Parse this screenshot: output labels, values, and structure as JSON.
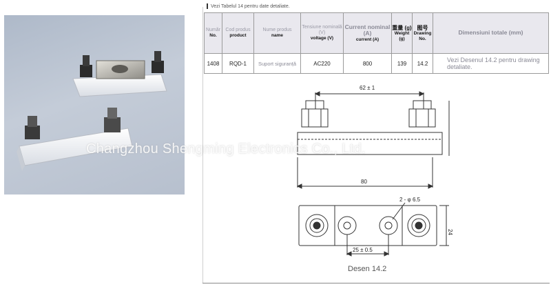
{
  "note": "Vezi Tabelul 14 pentru date detaliate.",
  "table": {
    "headers": [
      {
        "top": "Număr",
        "bottom": "No."
      },
      {
        "top": "Cod produs",
        "bottom": "product"
      },
      {
        "top": "Nume produs",
        "bottom": "name"
      },
      {
        "top": "Tensiune nominală (V)",
        "bottom": "voltage (V)"
      },
      {
        "top": "Current nominal (A)",
        "bottom": "current (A)"
      },
      {
        "top": "重量 (g)",
        "bottom": "Weight (g)"
      },
      {
        "top": "图号",
        "bottom": "Drawing No."
      },
      {
        "top": "Dimensiuni totale (mm)",
        "bottom": ""
      }
    ],
    "row": {
      "no": "1408",
      "code": "RQD-1",
      "name": "Suport siguranță",
      "voltage": "AC220",
      "current": "800",
      "weight": "139",
      "drawing": "14.2",
      "dimensions": "Vezi Desenul 14.2 pentru drawing detaliate."
    }
  },
  "drawing": {
    "dim_top": "62 ± 1",
    "dim_length": "80",
    "dim_hole": "2 - φ 6.5",
    "dim_height": "24",
    "dim_spacing": "25 ± 0.5"
  },
  "caption": "Desen 14.2",
  "watermark": "Changzhou Shengming Electronics Co., Ltd."
}
